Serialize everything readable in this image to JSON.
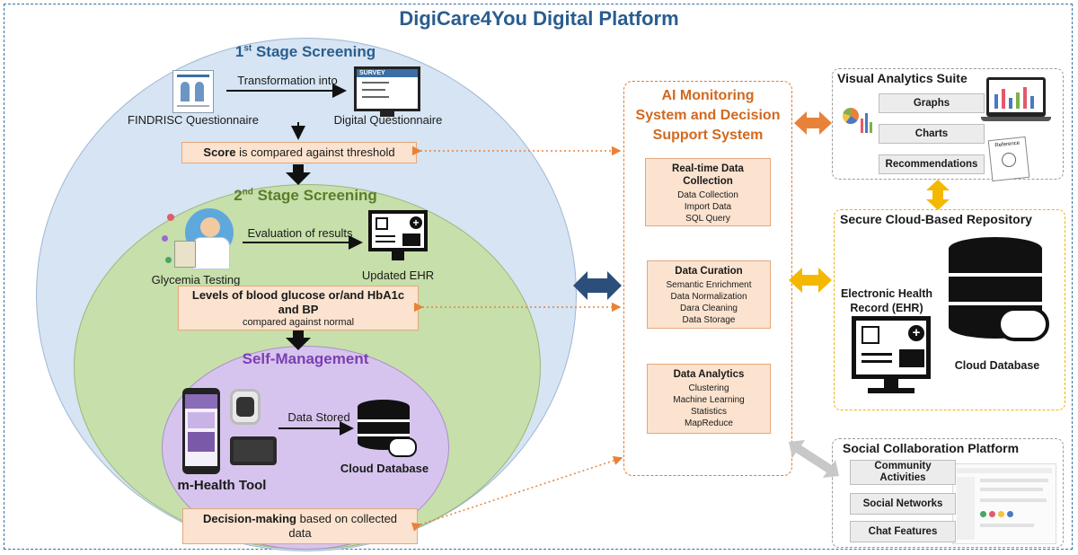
{
  "title": "DigiCare4You Digital Platform",
  "stage1": {
    "title_main": "1",
    "title_sup": "st",
    "title_rest": " Stage Screening",
    "transform_label": "Transformation into",
    "findrisc_label": "FINDRISC Questionnaire",
    "digital_label": "Digital Questionnaire",
    "survey_word": "SURVEY",
    "score_bold": "Score",
    "score_rest": " is compared against threshold"
  },
  "stage2": {
    "title_main": "2",
    "title_sup": "nd",
    "title_rest": " Stage Screening",
    "eval_label": "Evaluation of results",
    "glycemia_label": "Glycemia Testing",
    "ehr_label": "Updated EHR",
    "levels_line1": "Levels of blood glucose or/and HbA1c",
    "levels_line2": "and BP",
    "levels_line3": "compared against normal"
  },
  "self_mgmt": {
    "title": "Self-Management",
    "data_stored": "Data Stored",
    "cloud_db": "Cloud Database",
    "mhealth": "m-Health Tool",
    "decision_bold": "Decision-making",
    "decision_rest": " based on collected",
    "decision_line2": "data"
  },
  "ai": {
    "title_l1": "AI Monitoring",
    "title_l2": "System and Decision",
    "title_l3": "Support System",
    "boxes": [
      {
        "heading_l1": "Real-time Data",
        "heading_l2": "Collection",
        "items": [
          "Data Collection",
          "Import Data",
          "SQL Query"
        ]
      },
      {
        "heading_l1": "Data Curation",
        "heading_l2": "",
        "items": [
          "Semantic Enrichment",
          "Data Normalization",
          "Dara Cleaning",
          "Data Storage"
        ]
      },
      {
        "heading_l1": "Data Analytics",
        "heading_l2": "",
        "items": [
          "Clustering",
          "Machine Learning",
          "Statistics",
          "MapReduce"
        ]
      }
    ]
  },
  "visual": {
    "title": "Visual Analytics Suite",
    "buttons": [
      "Graphs",
      "Charts",
      "Recommendations"
    ],
    "doc_label": "Reference"
  },
  "cloud_repo": {
    "title": "Secure Cloud-Based Repository",
    "ehr_l1": "Electronic Health",
    "ehr_l2": "Record (EHR)",
    "cloud_db": "Cloud Database"
  },
  "social": {
    "title": "Social Collaboration Platform",
    "buttons": [
      "Community Activities",
      "Social Networks",
      "Chat Features"
    ]
  },
  "colors": {
    "title_blue": "#2a5d8f",
    "stage1_blue": "#2a5d8f",
    "stage2_green": "#5a7d2a",
    "self_purple": "#7b3fb0",
    "ai_orange": "#d2691e",
    "arrow_orange": "#e8823a",
    "arrow_yellow": "#f5b800",
    "arrow_navy": "#2b4f7a",
    "arrow_grey": "#c8c8c8"
  }
}
